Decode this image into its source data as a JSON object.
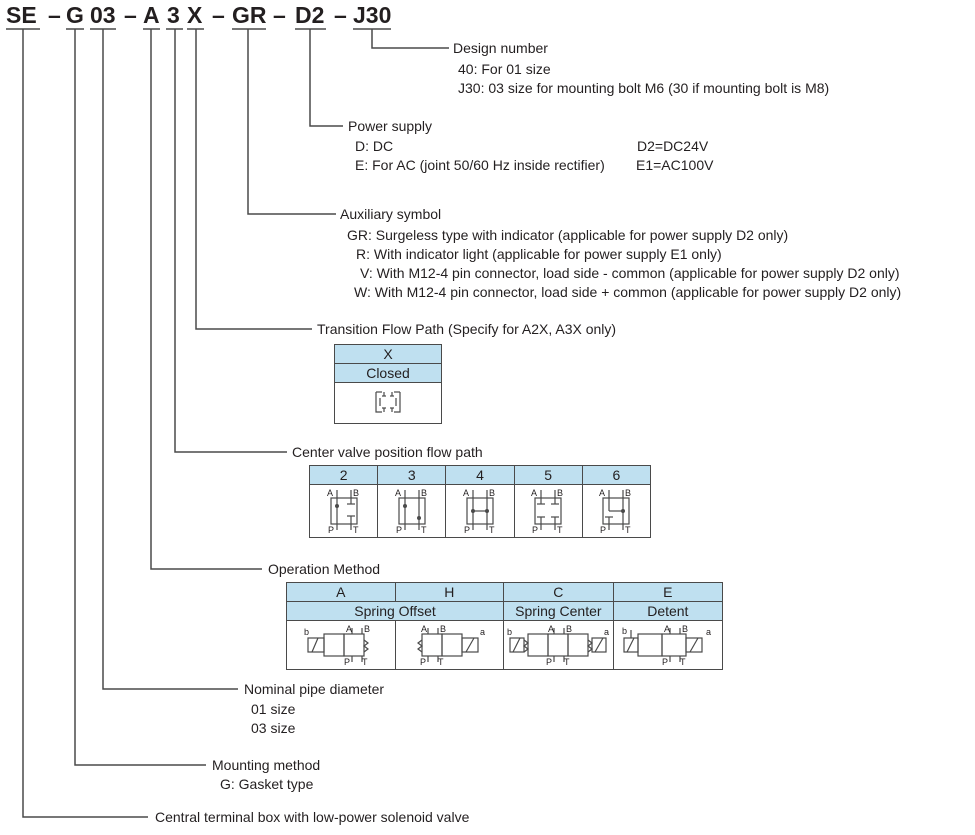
{
  "model_code": {
    "segments": [
      "SE",
      "G",
      "03",
      "A",
      "3",
      "X",
      "GR",
      "D2",
      "J30"
    ],
    "separator": "–"
  },
  "design_number": {
    "title": "Design number",
    "lines": [
      "40: For 01 size",
      "J30: 03 size for mounting bolt M6 (30 if mounting bolt is M8)"
    ]
  },
  "power_supply": {
    "title": "Power supply",
    "rows": [
      {
        "left": "D: DC",
        "right": "D2=DC24V"
      },
      {
        "left": "E: For AC (joint 50/60 Hz inside rectifier)",
        "right": "E1=AC100V"
      }
    ]
  },
  "auxiliary_symbol": {
    "title": "Auxiliary symbol",
    "lines": [
      "GR: Surgeless type with indicator (applicable for power supply D2 only)",
      "R: With indicator light (applicable for power supply E1 only)",
      "V: With M12-4 pin connector, load side - common (applicable for power supply D2 only)",
      "W: With M12-4 pin connector, load side + common (applicable for power supply D2 only)"
    ]
  },
  "transition_flow_path": {
    "title": "Transition Flow Path (Specify for A2X, A3X only)",
    "code": "X",
    "name": "Closed",
    "symbol": "closed-transition-symbol"
  },
  "center_valve_position": {
    "title": "Center valve position flow path",
    "columns": [
      "2",
      "3",
      "4",
      "5",
      "6"
    ],
    "port_labels": {
      "a": "A",
      "b": "B",
      "p": "P",
      "t": "T"
    }
  },
  "operation_method": {
    "title": "Operation Method",
    "codes": [
      "A",
      "H",
      "C",
      "E"
    ],
    "groups": [
      {
        "label": "Spring Offset",
        "span": 2
      },
      {
        "label": "Spring Center",
        "span": 1
      },
      {
        "label": "Detent",
        "span": 1
      }
    ],
    "solenoid_labels": {
      "a": "a",
      "b": "b"
    }
  },
  "nominal_pipe_diameter": {
    "title": "Nominal pipe diameter",
    "lines": [
      "01 size",
      "03 size"
    ]
  },
  "mounting_method": {
    "title": "Mounting method",
    "lines": [
      "G: Gasket type"
    ]
  },
  "series": {
    "title": "Central terminal box with low-power solenoid valve"
  },
  "colors": {
    "header_fill": "#bfe0f0",
    "line": "#4a4a4a",
    "text": "#231f20"
  }
}
